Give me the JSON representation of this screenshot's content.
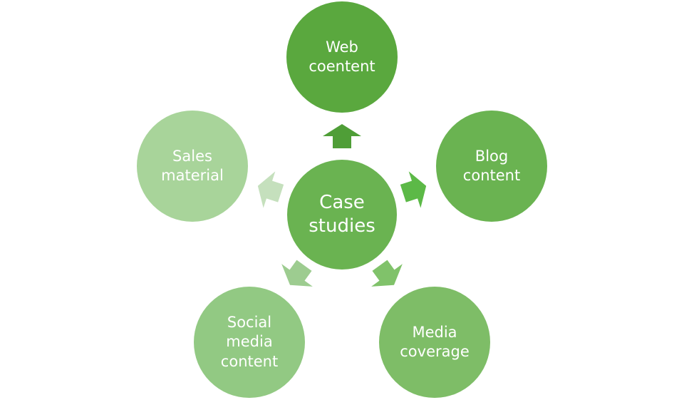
{
  "center": {
    "label": "Case\nstudies",
    "color": "#6ab351"
  },
  "outer_nodes": [
    {
      "key": "web",
      "label": "Web\ncoentent",
      "color": "#5aa83e",
      "arrow_color": "#4f9e37"
    },
    {
      "key": "blog",
      "label": "Blog\ncontent",
      "color": "#6ab351",
      "arrow_color": "#5cb947"
    },
    {
      "key": "media",
      "label": "Media\ncoverage",
      "color": "#7ebd67",
      "arrow_color": "#80c26a"
    },
    {
      "key": "social",
      "label": "Social\nmedia\ncontent",
      "color": "#92c983",
      "arrow_color": "#9dcc90"
    },
    {
      "key": "sales",
      "label": "Sales\nmaterial",
      "color": "#a8d49a",
      "arrow_color": "#c5e0bd"
    }
  ]
}
